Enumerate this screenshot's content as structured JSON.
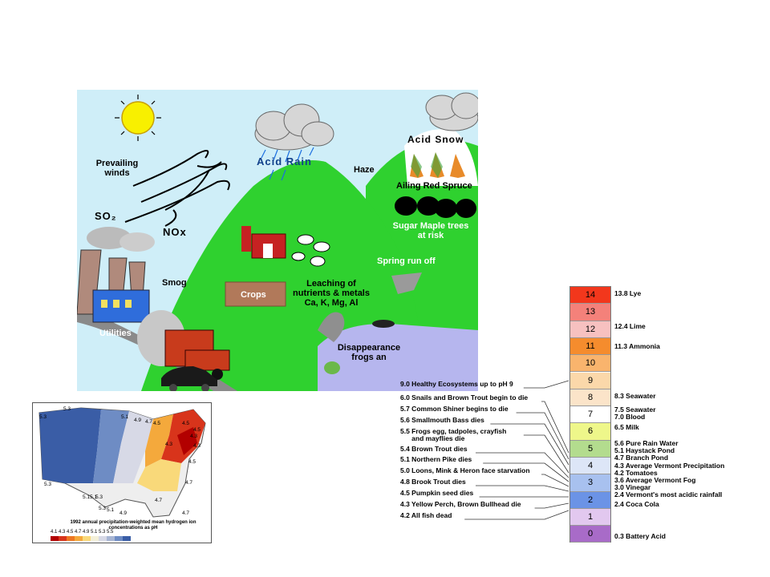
{
  "scene": {
    "labels": {
      "prevailing_winds": "Prevailing\nwinds",
      "so2": "SO₂",
      "nox": "NOx",
      "acid_rain": "Acid Rain",
      "haze": "Haze",
      "acid_snow": "Acid Snow",
      "ailing_red_spruce": "Ailing Red Spruce",
      "sugar_maple": "Sugar Maple trees\nat risk",
      "spring_run_off": "Spring run off",
      "smog": "Smog",
      "crops": "Crops",
      "leaching": "Leaching of\nnutrients & metals\nCa, K, Mg, Al",
      "utilities": "Utilities",
      "disappearance": "Disappearance\nfrogs an"
    },
    "colors": {
      "sky": "#cfeef8",
      "hill": "#2fd12f",
      "road": "#8a8a8a",
      "sun": "#f8f000"
    }
  },
  "ph_scale": {
    "levels": [
      {
        "value": "14",
        "color": "#f2371c",
        "example": "13.8 Lye"
      },
      {
        "value": "13",
        "color": "#f4817a",
        "example": ""
      },
      {
        "value": "12",
        "color": "#f7c1c0",
        "example": "12.4 Lime"
      },
      {
        "value": "11",
        "color": "#f58c2d",
        "example": "11.3 Ammonia"
      },
      {
        "value": "10",
        "color": "#f9b46d",
        "example": ""
      },
      {
        "value": "9",
        "color": "#fbd8aa",
        "example": ""
      },
      {
        "value": "8",
        "color": "#fbe4c9",
        "example": "8.3 Seawater"
      },
      {
        "value": "7",
        "color": "#ffffff",
        "example": "7.5 Seawater\n7.0 Blood"
      },
      {
        "value": "6",
        "color": "#eef78a",
        "example": "6.5 Milk"
      },
      {
        "value": "5",
        "color": "#b3dc8e",
        "example": "5.6 Pure Rain Water\n5.1 Haystack Pond\n4.7 Branch Pond"
      },
      {
        "value": "4",
        "color": "#dde6f7",
        "example": "4.3 Average Vermont Precipitation\n4.2 Tomatoes\n3.6 Average Vermont Fog"
      },
      {
        "value": "3",
        "color": "#a8c1ef",
        "example": "3.0 Vinegar\n2.4 Vermont's most acidic rainfall"
      },
      {
        "value": "2",
        "color": "#6b93e6",
        "example": "2.4 Coca Cola"
      },
      {
        "value": "1",
        "color": "#e2c8ef",
        "example": ""
      },
      {
        "value": "0",
        "color": "#a86bc8",
        "example": "0.3 Battery Acid"
      }
    ],
    "ecosystem_effects": [
      "9.0 Healthy Ecosystems up to pH 9",
      "6.0 Snails and Brown Trout begin to die",
      "5.7 Common Shiner begins to die",
      "5.6 Smallmouth Bass dies",
      "5.5 Frogs egg, tadpoles, crayfish\n      and mayflies die",
      "5.4 Brown Trout dies",
      "5.1 Northern Pike dies",
      "5.0 Loons, Mink & Heron face starvation",
      "4.8 Brook Trout dies",
      "4.5 Pumpkin seed dies",
      "4.3 Yellow Perch, Brown Bullhead die",
      "4.2 All fish dead"
    ]
  },
  "map": {
    "caption": "1992 annual precipitation-weighted mean hydrogen ion\nconcentrations as pH",
    "legend_values": "4.1  4.3  4.5  4.7  4.9  5.1  5.3  5.5",
    "legend_colors": [
      "#b20000",
      "#d8341b",
      "#ee7722",
      "#f4a93c",
      "#f9d97a",
      "#f3f0d9",
      "#d7d9e6",
      "#a8b6d4",
      "#6e8cc4",
      "#3a5da6"
    ],
    "contour_labels": [
      "5.3",
      "5.3",
      "5.1",
      "4.9",
      "4.5",
      "4.7",
      "4.5",
      "4.3",
      "4.3",
      "4.3",
      "4.5",
      "4.5",
      "4.7",
      "5.3",
      "5.15.1",
      "5.3",
      "5.3",
      "5.1",
      "4.9",
      "4.7",
      "4.7"
    ]
  }
}
